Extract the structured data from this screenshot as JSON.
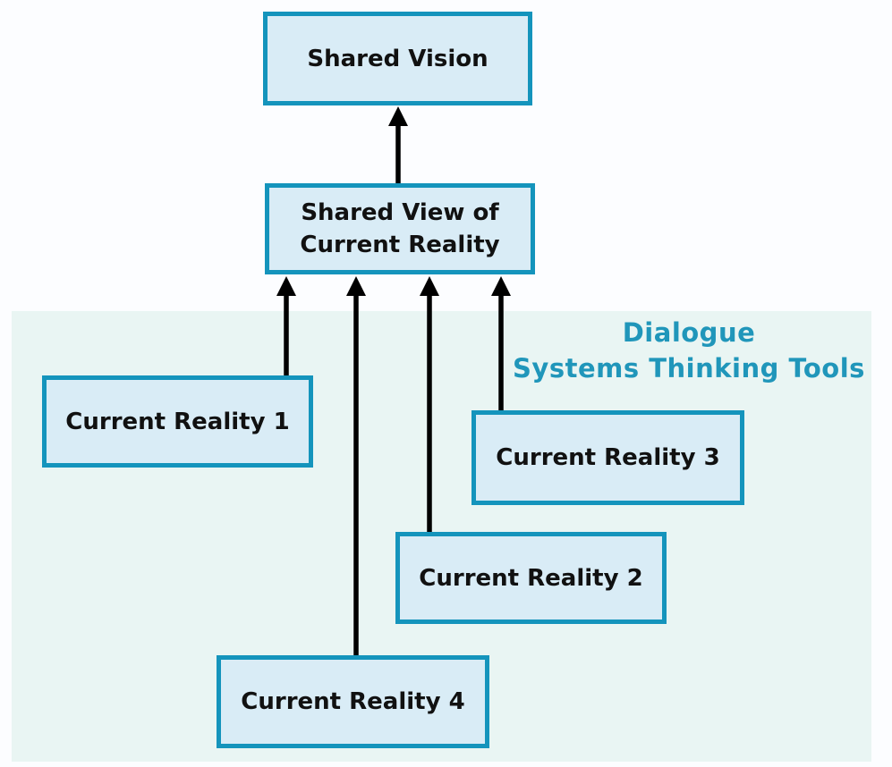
{
  "diagram": {
    "nodes": {
      "shared_vision": {
        "label": "Shared Vision"
      },
      "shared_view": {
        "label": "Shared View of Current Reality"
      },
      "current_reality_1": {
        "label": "Current Reality 1"
      },
      "current_reality_2": {
        "label": "Current Reality 2"
      },
      "current_reality_3": {
        "label": "Current Reality 3"
      },
      "current_reality_4": {
        "label": "Current Reality 4"
      }
    },
    "region_label": {
      "line1": "Dialogue",
      "line2": "Systems Thinking Tools"
    },
    "edges": [
      {
        "from": "shared_view",
        "to": "shared_vision"
      },
      {
        "from": "current_reality_1",
        "to": "shared_view"
      },
      {
        "from": "current_reality_4",
        "to": "shared_view"
      },
      {
        "from": "current_reality_2",
        "to": "shared_view"
      },
      {
        "from": "current_reality_3",
        "to": "shared_view"
      }
    ],
    "colors": {
      "box_border": "#1494bc",
      "box_fill": "#d9ecf6",
      "region_fill": "#e9f5f3",
      "region_label_text": "#2096ba",
      "arrow": "#000000",
      "page_background": "#fcfdff"
    }
  }
}
